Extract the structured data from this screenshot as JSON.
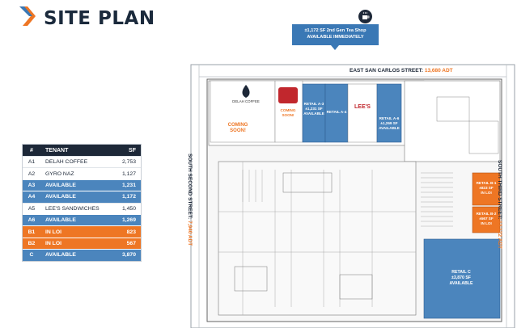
{
  "page": {
    "title": "SITE PLAN"
  },
  "colors": {
    "navy": "#1d2838",
    "blue": "#4b85bd",
    "orange": "#ee7624"
  },
  "table": {
    "headers": [
      "#",
      "TENANT",
      "SF"
    ],
    "rows": [
      {
        "id": "A1",
        "tenant": "DELAH COFFEE",
        "sf": "2,753",
        "status": "leased"
      },
      {
        "id": "A2",
        "tenant": "GYRO NAZ",
        "sf": "1,127",
        "status": "leased"
      },
      {
        "id": "A3",
        "tenant": "AVAILABLE",
        "sf": "1,231",
        "status": "available"
      },
      {
        "id": "A4",
        "tenant": "AVAILABLE",
        "sf": "1,172",
        "status": "available"
      },
      {
        "id": "A5",
        "tenant": "LEE'S SANDWICHES",
        "sf": "1,450",
        "status": "leased"
      },
      {
        "id": "A6",
        "tenant": "AVAILABLE",
        "sf": "1,269",
        "status": "available"
      },
      {
        "id": "B1",
        "tenant": "IN LOI",
        "sf": "823",
        "status": "loi"
      },
      {
        "id": "B2",
        "tenant": "IN LOI",
        "sf": "567",
        "status": "loi"
      },
      {
        "id": "C",
        "tenant": "AVAILABLE",
        "sf": "3,870",
        "status": "available"
      }
    ]
  },
  "callout": {
    "line1": "±1,172 SF 2nd Gen Tea Shop",
    "line2": "AVAILABLE IMMEDIATELY",
    "icon": "tea-cup-icon"
  },
  "streets": {
    "north": {
      "name": "EAST SAN CARLOS STREET:",
      "adt": "13,680 ADT"
    },
    "west": {
      "name": "SOUTH SECOND STREET:",
      "adt": "7,940 ADT"
    },
    "east": {
      "name": "SOUTH THIRD STREET:",
      "adt": "13,122 ADT"
    }
  },
  "units": {
    "a3": {
      "line1": "RETAIL A-3",
      "line2": "±1,231 SF",
      "line3": "AVAILABLE"
    },
    "a4": {
      "line1": "RETAIL A-4"
    },
    "a6": {
      "line1": "RETAIL A-6",
      "line2": "±1,269 SF",
      "line3": "AVAILABLE"
    },
    "b1": {
      "line1": "RETAIL B-1",
      "line2": "±823 SF",
      "line3": "IN LOI"
    },
    "b2": {
      "line1": "RETAIL B-2",
      "line2": "±567 SF",
      "line3": "IN LOI"
    },
    "c": {
      "line1": "RETAIL C",
      "line2": "±3,870 SF",
      "line3": "AVAILABLE"
    }
  },
  "coming_soon": {
    "large": "COMING SOON!",
    "small_a": "COMING",
    "small_b": "SOON!"
  },
  "brands": {
    "delah": "DELAH COFFEE",
    "lees": "LEE'S"
  }
}
